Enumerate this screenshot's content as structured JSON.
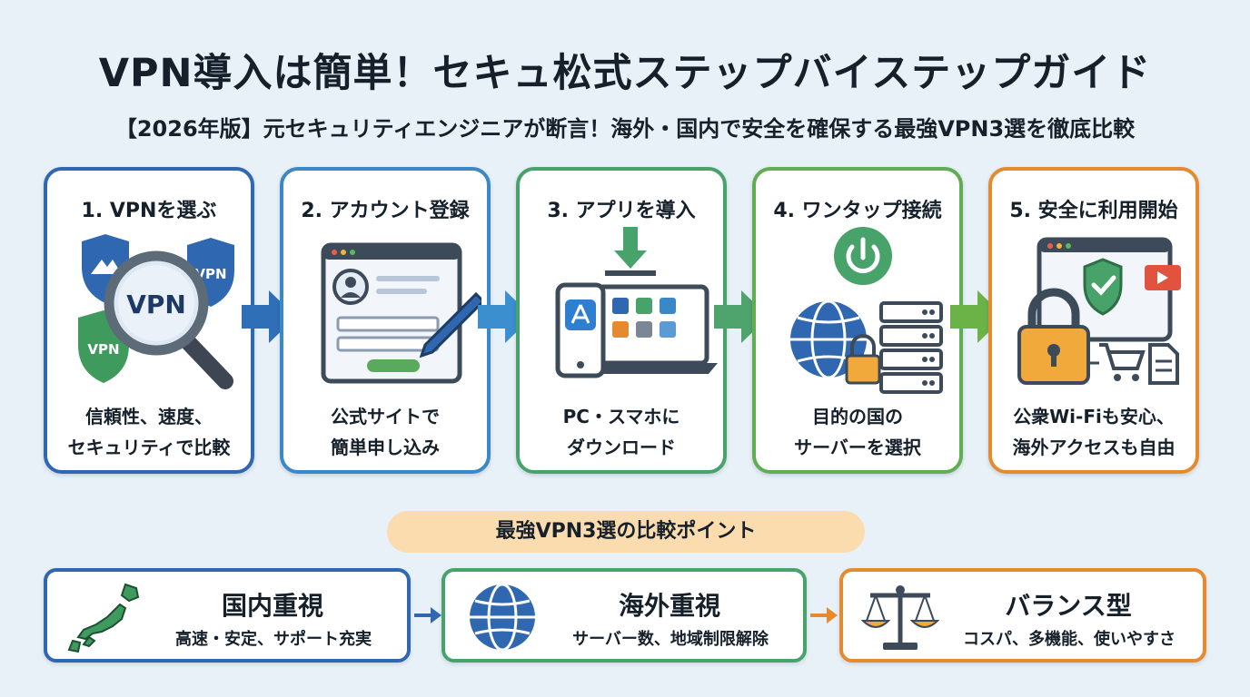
{
  "title": "VPN導入は簡単！セキュ松式ステップバイステップガイド",
  "subtitle": "【2026年版】元セキュリティエンジニアが断言！海外・国内で安全を確保する最強VPN3選を徹底比較",
  "colors": {
    "step1": "#2f67b0",
    "step2": "#3a88c8",
    "step3": "#47a36a",
    "step4": "#5fae52",
    "step5": "#e58a2e",
    "pill": "#fbdcaf"
  },
  "steps": [
    {
      "title": "1. VPNを選ぶ",
      "desc_lines": [
        "信頼性、速度、",
        "セキュリティで比較"
      ],
      "icon": "vpn-magnifier-icon",
      "labels": {
        "badge_top": "VPN",
        "badge_left": "VPN",
        "lens": "VPN"
      }
    },
    {
      "title": "2. アカウント登録",
      "desc_lines": [
        "公式サイトで",
        "簡単申し込み"
      ],
      "icon": "signup-form-icon"
    },
    {
      "title": "3. アプリを導入",
      "desc_lines": [
        "PC・スマホに",
        "ダウンロード"
      ],
      "icon": "app-download-icon"
    },
    {
      "title": "4. ワンタップ接続",
      "desc_lines": [
        "目的の国の",
        "サーバーを選択"
      ],
      "icon": "power-server-icon"
    },
    {
      "title": "5. 安全に利用開始",
      "desc_lines": [
        "公衆Wi-Fiも安心、",
        "海外アクセスも自由"
      ],
      "icon": "secure-browser-icon"
    }
  ],
  "comparison": {
    "heading": "最強VPN3選の比較ポイント",
    "items": [
      {
        "title": "国内重視",
        "desc": "高速・安定、サポート充実",
        "icon": "japan-map-icon"
      },
      {
        "title": "海外重視",
        "desc": "サーバー数、地域制限解除",
        "icon": "globe-icon"
      },
      {
        "title": "バランス型",
        "desc": "コスパ、多機能、使いやすさ",
        "icon": "scale-icon"
      }
    ]
  }
}
